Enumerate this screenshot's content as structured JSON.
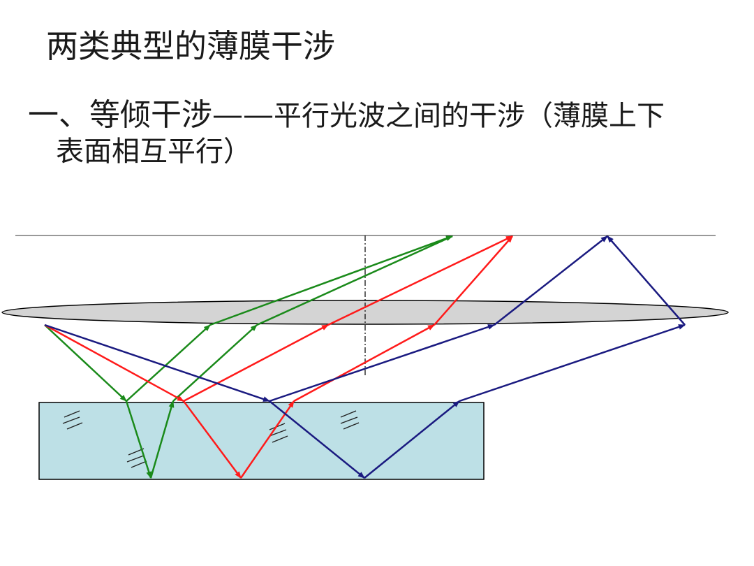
{
  "title": "两类典型的薄膜干涉",
  "heading": {
    "main": "一、等倾干涉——",
    "sub": "平行光波之间的干涉（薄膜上下",
    "line2": "表面相互平行）"
  },
  "colors": {
    "green": "#1a8a1a",
    "red": "#ff1a1a",
    "navy": "#1a1a80",
    "film": "#bde0e6",
    "lens": "#d4d4d4"
  }
}
